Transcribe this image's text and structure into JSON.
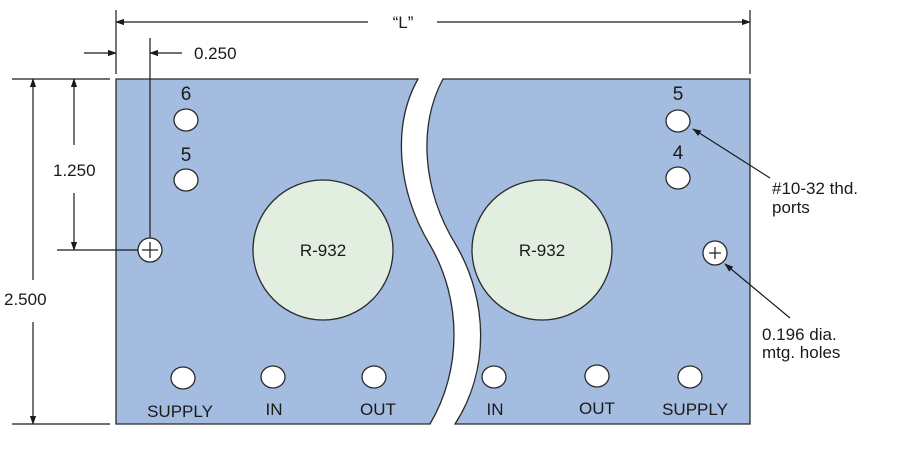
{
  "overall_length_label": "“L”",
  "dim_offset": "0.250",
  "dim_half_height": "1.250",
  "dim_height": "2.500",
  "left_section": {
    "port_numbers": [
      "6",
      "5"
    ],
    "valve_label": "R-932",
    "bottom_labels": [
      "SUPPLY",
      "IN",
      "OUT"
    ]
  },
  "right_section": {
    "port_numbers": [
      "5",
      "4"
    ],
    "valve_label": "R-932",
    "bottom_labels": [
      "IN",
      "OUT",
      "SUPPLY"
    ]
  },
  "callouts": {
    "ports": [
      "#10-32 thd.",
      "ports"
    ],
    "holes": [
      "0.196 dia.",
      "mtg. holes"
    ]
  },
  "colors": {
    "plate": "#a3bce0",
    "valve": "#e2efe0"
  }
}
